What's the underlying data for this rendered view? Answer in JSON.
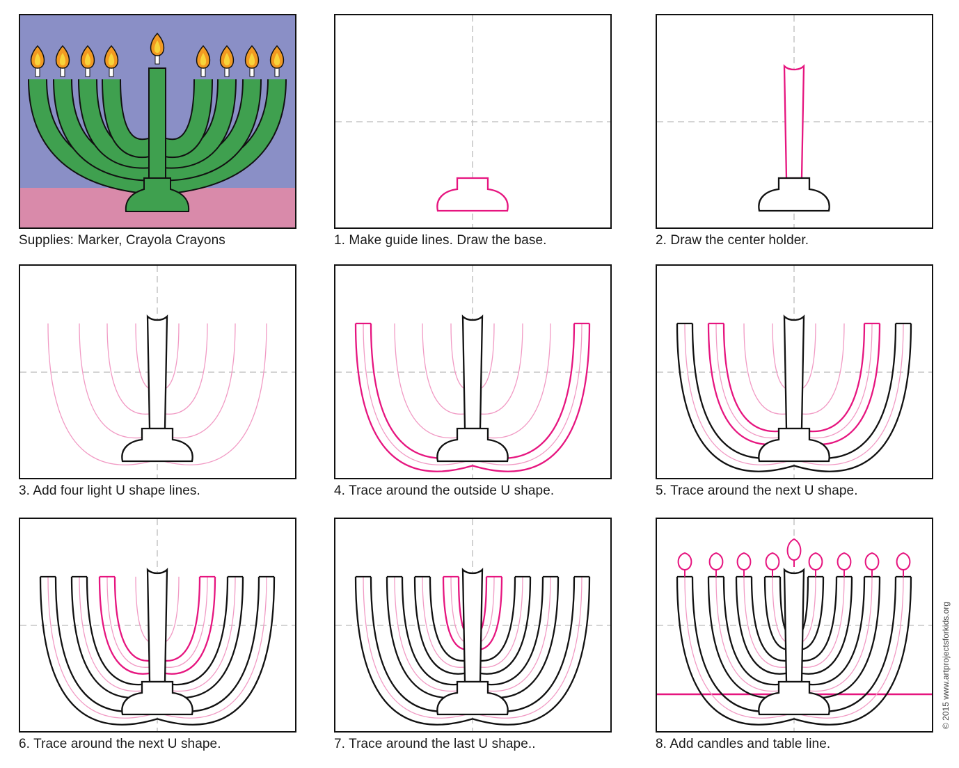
{
  "captions": [
    "Supplies: Marker, Crayola Crayons",
    "1. Make guide lines. Draw the base.",
    "2. Draw the center holder.",
    "3. Add four light U shape lines.",
    "4. Trace around the outside U shape.",
    "5. Trace around the next U shape.",
    "6. Trace around the next U shape.",
    "7. Trace around the last U shape..",
    "8. Add candles and table line."
  ],
  "copyright": "© 2015 www.artprojectsforkids.org",
  "colors": {
    "ink": "#111111",
    "highlight": "#e6157f",
    "light_guide": "#f19ac4",
    "guide_dash": "#bbbbbb",
    "menorah_green": "#3fa04f",
    "background_blue": "#8a8fc6",
    "table_pink": "#d98aaa",
    "flame_orange": "#f29a22",
    "flame_yellow": "#f7d43a"
  },
  "panels": [
    {
      "step": 0,
      "kind": "finished_art"
    },
    {
      "step": 1,
      "guides": true,
      "base": "new",
      "stem": "none",
      "arcs_guide": false,
      "outlined": 0,
      "new_outline": null,
      "candles": false,
      "table_line": false
    },
    {
      "step": 2,
      "guides": true,
      "base": "done",
      "stem": "new",
      "arcs_guide": false,
      "outlined": 0,
      "new_outline": null,
      "candles": false,
      "table_line": false
    },
    {
      "step": 3,
      "guides": true,
      "base": "done",
      "stem": "done",
      "arcs_guide": true,
      "outlined": 0,
      "new_outline": null,
      "candles": false,
      "table_line": false
    },
    {
      "step": 4,
      "guides": true,
      "base": "done",
      "stem": "done",
      "arcs_guide": true,
      "outlined": 0,
      "new_outline": 0,
      "candles": false,
      "table_line": false
    },
    {
      "step": 5,
      "guides": true,
      "base": "done",
      "stem": "done",
      "arcs_guide": true,
      "outlined": 1,
      "new_outline": 1,
      "candles": false,
      "table_line": false
    },
    {
      "step": 6,
      "guides": true,
      "base": "done",
      "stem": "done",
      "arcs_guide": true,
      "outlined": 2,
      "new_outline": 2,
      "candles": false,
      "table_line": false
    },
    {
      "step": 7,
      "guides": true,
      "base": "done",
      "stem": "done",
      "arcs_guide": true,
      "outlined": 3,
      "new_outline": 3,
      "candles": false,
      "table_line": false
    },
    {
      "step": 8,
      "guides": true,
      "base": "done",
      "stem": "done",
      "arcs_guide": true,
      "outlined": 4,
      "new_outline": null,
      "candles": true,
      "table_line": true
    }
  ]
}
